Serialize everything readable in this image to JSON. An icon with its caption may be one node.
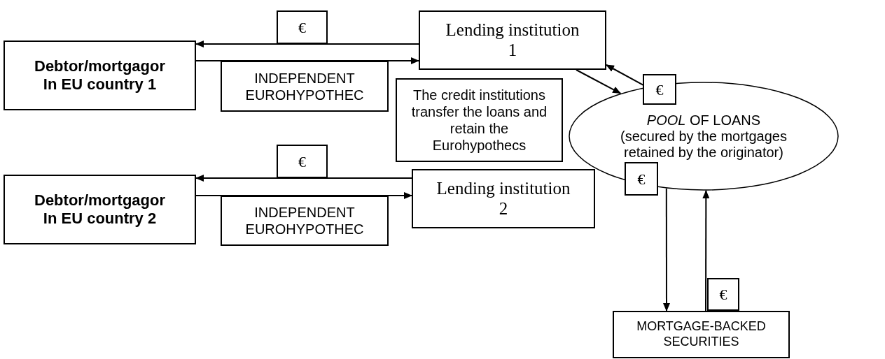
{
  "diagram": {
    "nodes": [
      {
        "text": [
          "€"
        ]
      },
      {
        "text": [
          "Lending institution 1"
        ]
      },
      {
        "text": [
          "Debtor/mortgagor In EU country 1"
        ]
      },
      {
        "text": [
          "INDEPENDENT EUROHYPOTHEC"
        ]
      },
      {
        "text": [
          "€"
        ]
      },
      {
        "text": [
          "The credit institutions transfer the loans and retain the Eurohypothecs"
        ]
      },
      {
        "text": [
          "*POOL* OF LOANS",
          "(secured by the mortgages retained by the originator)"
        ]
      },
      {
        "text": [
          "€"
        ]
      },
      {
        "text": [
          "Lending institution 2"
        ]
      },
      {
        "text": [
          "Debtor/mortgagor In EU country 2"
        ]
      },
      {
        "text": [
          "INDEPENDENT EUROHYPOTHEC"
        ]
      },
      {
        "text": [
          "€"
        ]
      },
      {
        "text": [
          "€"
        ]
      },
      {
        "text": [
          "MORTGAGE-BACKED SECURITIES"
        ]
      }
    ],
    "edges": [
      {
        "from": 1,
        "to": 2,
        "arrow": "to"
      },
      {
        "from": 2,
        "to": 1,
        "arrow": "to"
      },
      {
        "from": 8,
        "to": 9,
        "arrow": "to"
      },
      {
        "from": 9,
        "to": 8,
        "arrow": "to"
      },
      {
        "from": 1,
        "to": 6,
        "arrow": "to"
      },
      {
        "from": 6,
        "to": 1,
        "arrow": "to"
      },
      {
        "from": 6,
        "to": 13,
        "arrow": "to"
      },
      {
        "from": 13,
        "to": 6,
        "arrow": "to"
      }
    ]
  }
}
